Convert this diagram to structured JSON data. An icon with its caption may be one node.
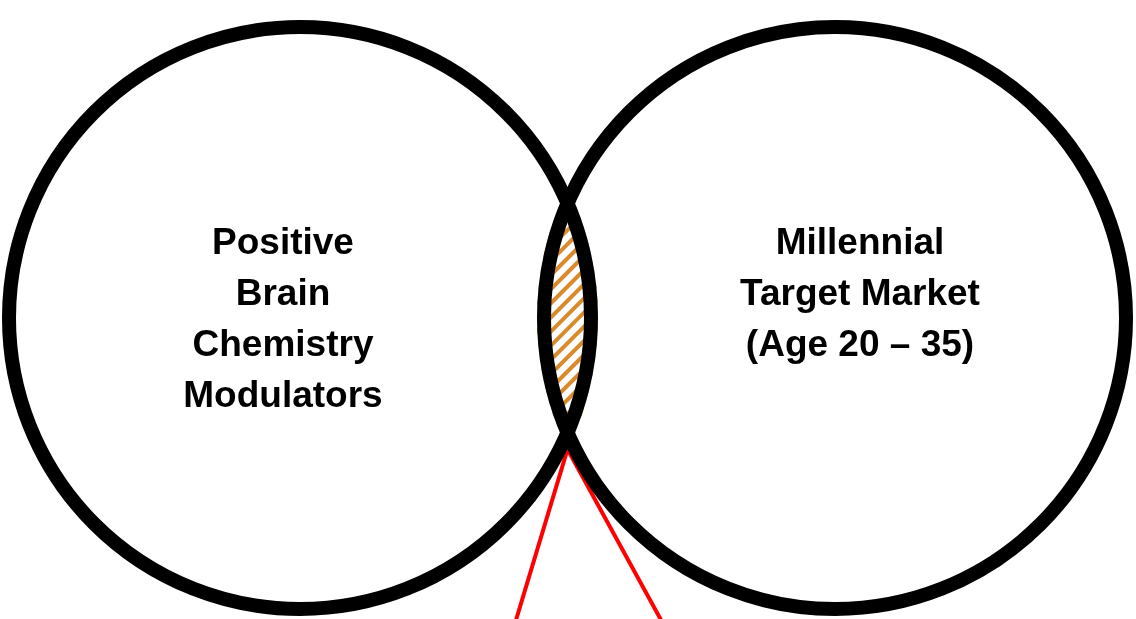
{
  "diagram": {
    "nodes": [
      {
        "text": [
          "Positive Brain Chemistry Modulators"
        ]
      },
      {
        "text": [
          "Millennial Target Market (Age 20 – 35)"
        ]
      },
      {
        "text": [],
        "shape": "lens"
      }
    ],
    "edges": [
      {
        "from": 2,
        "to": null,
        "arrow": "none",
        "color": "#ff0000"
      },
      {
        "from": 2,
        "to": null,
        "arrow": "none",
        "color": "#ff0000"
      }
    ]
  }
}
